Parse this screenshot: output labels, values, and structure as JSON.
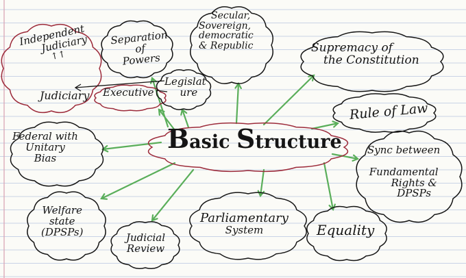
{
  "center": {
    "first": "B",
    "rest1": "asic ",
    "second": "S",
    "rest2": "tructure"
  },
  "nodes": {
    "independent_judiciary": {
      "line1": "Independent",
      "line2": "Judiciary",
      "line3": "↑↑"
    },
    "separation_of_powers": {
      "line1": "Separation",
      "line2": "of",
      "line3": "Powers"
    },
    "judiciary": {
      "text": "Judiciary"
    },
    "executive": {
      "text": "Executive"
    },
    "legislature": {
      "line1": "Legislat",
      "line2": "ure"
    },
    "secular": {
      "line1": "Secular,",
      "line2": "Sovereign,",
      "line3": "democratic",
      "line4": "& Republic"
    },
    "supremacy": {
      "line1": "Supremacy of",
      "line2": "the Constitution"
    },
    "rule_of_law": {
      "text": "Rule of Law"
    },
    "federal": {
      "line1": "Federal with",
      "line2": "Unitary",
      "line3": "Bias"
    },
    "sync": {
      "line1": "Sync between",
      "line2": "Fundamental",
      "line3": "Rights &",
      "line4": "DPSPs"
    },
    "welfare": {
      "line1": "Welfare",
      "line2": "state",
      "line3": "(DPSPs)"
    },
    "judicial_review": {
      "line1": "Judicial",
      "line2": "Review"
    },
    "parliamentary": {
      "line1": "Parliamentary",
      "line2": "System"
    },
    "equality": {
      "text": "Equality"
    }
  },
  "colors": {
    "ink": "#151515",
    "arrow": "#5aae5a",
    "red_ink": "#9c2a3a",
    "margin_line": "#d9a0b0",
    "rule_line": "#c9d3e6"
  }
}
